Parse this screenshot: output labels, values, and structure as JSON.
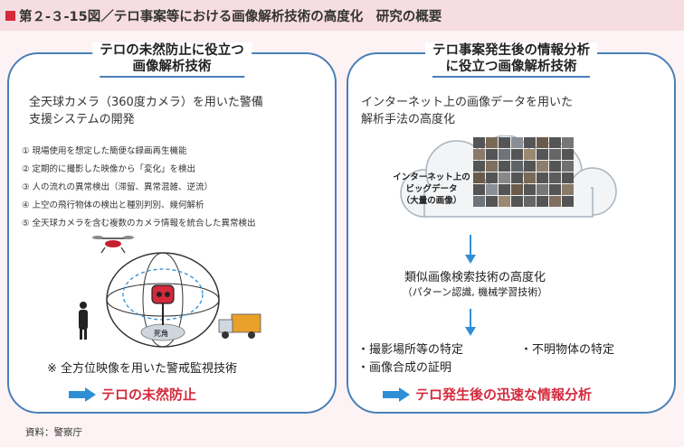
{
  "header": {
    "title": "第２-３-15図／テロ事案等における画像解析技術の高度化　研究の概要"
  },
  "left": {
    "title_line1": "テロの未然防止に役立つ",
    "title_line2": "画像解析技術",
    "subtitle_line1": "全天球カメラ（360度カメラ）を用いた警備",
    "subtitle_line2": "支援システムの開発",
    "items": [
      "①  現場使用を想定した簡便な録画再生機能",
      "②  定期的に撮影した映像から「変化」を検出",
      "③  人の流れの異常検出（滞留、異常混雑、逆流）",
      "④  上空の飛行物体の検出と種別判別、幾何解析",
      "⑤  全天球カメラを含む複数のカメラ情報を統合した異常検出"
    ],
    "diagram_label": "死角",
    "note": "※ 全方位映像を用いた警戒監視技術",
    "goal": "テロの未然防止"
  },
  "right": {
    "title_line1": "テロ事案発生後の情報分析",
    "title_line2": "に役立つ画像解析技術",
    "subtitle_line1": "インターネット上の画像データを用いた",
    "subtitle_line2": "解析手法の高度化",
    "cloud_line1": "インターネット上の",
    "cloud_line2": "ビッグデータ",
    "cloud_line3": "（大量の画像）",
    "step_line1": "類似画像検索技術の高度化",
    "step_line2": "（パターン認識, 機械学習技術）",
    "result1": "・撮影場所等の特定",
    "result2": "・不明物体の特定",
    "result3": "・画像合成の証明",
    "goal": "テロ発生後の迅速な情報分析"
  },
  "source": "資料：警察庁",
  "colors": {
    "accent_red": "#d42a3c",
    "panel_border": "#4a7fb8",
    "arrow_blue": "#2f8fd6"
  }
}
